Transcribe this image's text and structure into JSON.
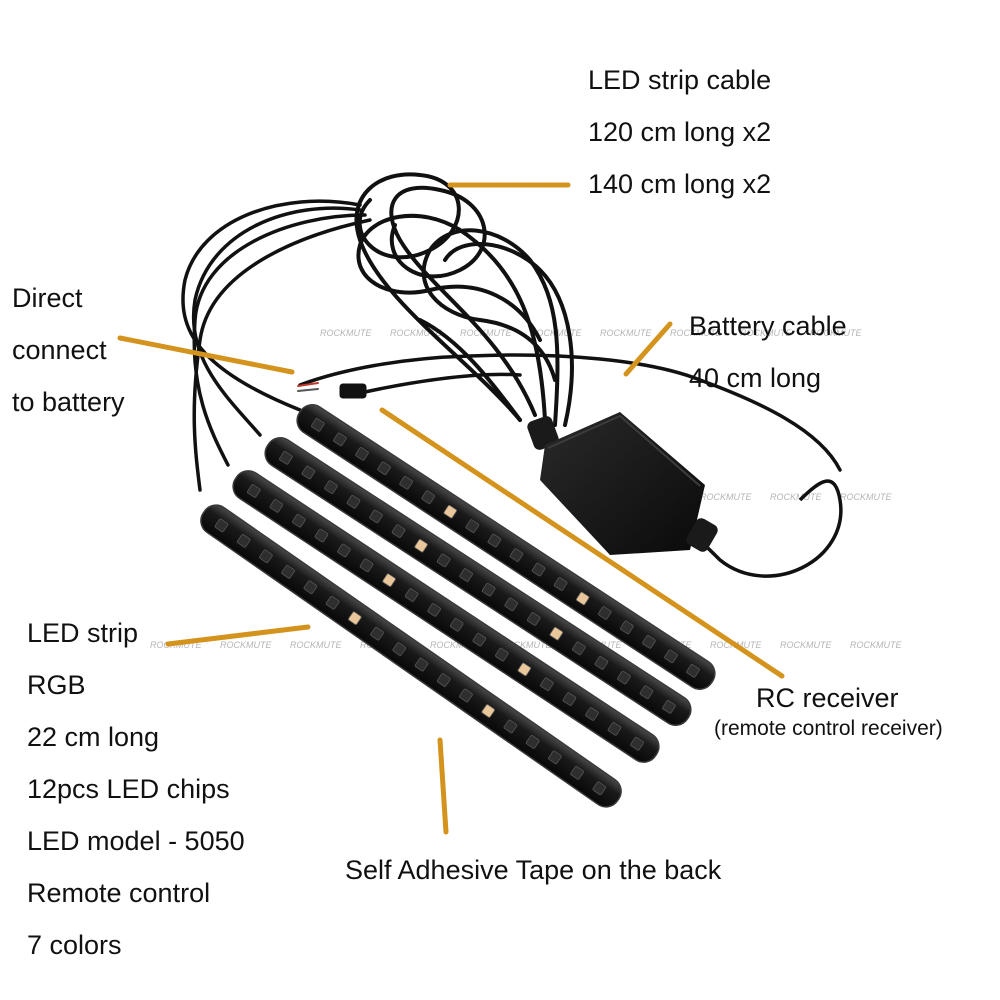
{
  "colors": {
    "leader": "#d4931c",
    "strip_body": "#151515",
    "strip_edge": "#3a3a3a",
    "chip": "#2e2e2e",
    "chip_lit": "#e9c79a",
    "cable": "#111111",
    "box": "#141414"
  },
  "watermark": "ROCKMUTE",
  "labels": {
    "strip_cable": [
      "LED strip cable",
      "120 cm long x2",
      "140 cm long x2"
    ],
    "direct_connect": [
      "Direct",
      "connect",
      "to battery"
    ],
    "battery_cable": [
      "Battery cable",
      "40 cm long"
    ],
    "led_strip": [
      "LED strip",
      "RGB",
      "22 cm long",
      "12pcs LED chips",
      "LED model - 5050",
      "Remote control",
      "7 colors"
    ],
    "rc_receiver": {
      "title": "RC receiver",
      "subtitle": "(remote control receiver)"
    },
    "adhesive": "Self Adhesive Tape on the back"
  },
  "product": {
    "strip_count": 4
  }
}
